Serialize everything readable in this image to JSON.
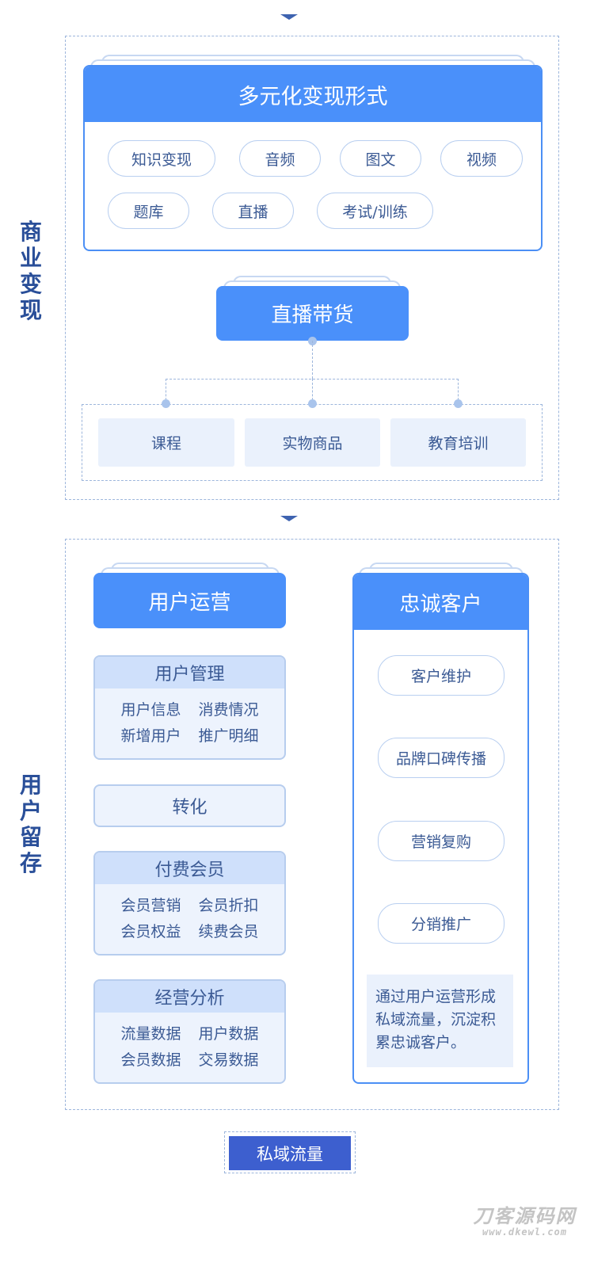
{
  "section1": {
    "label": "商业变现",
    "card_title": "多元化变现形式",
    "forms": [
      "知识变现",
      "音频",
      "图文",
      "视频",
      "题库",
      "直播",
      "考试/训练"
    ],
    "live": "直播带货",
    "live_items": [
      "课程",
      "实物商品",
      "教育培训"
    ]
  },
  "section2": {
    "label": "用户留存",
    "ops_title": "用户运营",
    "groups": [
      {
        "title": "用户管理",
        "items": [
          "用户信息",
          "消费情况",
          "新增用户",
          "推广明细"
        ]
      },
      {
        "title": "转化",
        "items": []
      },
      {
        "title": "付费会员",
        "items": [
          "会员营销",
          "会员折扣",
          "会员权益",
          "续费会员"
        ]
      },
      {
        "title": "经营分析",
        "items": [
          "流量数据",
          "用户数据",
          "会员数据",
          "交易数据"
        ]
      }
    ],
    "loyal_title": "忠诚客户",
    "loyal_items": [
      "客户维护",
      "品牌口碑传播",
      "营销复购",
      "分销推广"
    ],
    "note": "通过用户运营形成私域流量，沉淀积累忠诚客户。"
  },
  "bottom": {
    "label": "私域流量"
  },
  "watermark": {
    "name": "刀客源码网",
    "url": "www.dkewl.com"
  },
  "colors": {
    "primary": "#4a90fa",
    "dark_blue": "#3d5fcf",
    "light": "#eaf1fc"
  }
}
